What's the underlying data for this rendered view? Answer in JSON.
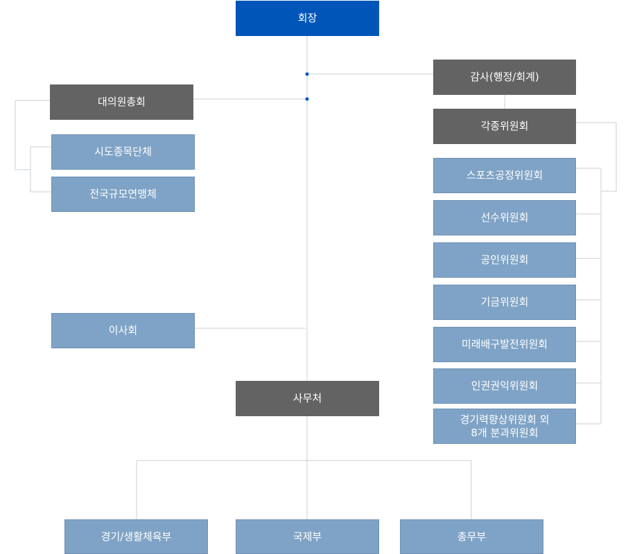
{
  "org": {
    "chairman": "회장",
    "auditor": "감사(행정/회계)",
    "general_assembly": "대의원총회",
    "assembly_members": [
      "시도종목단체",
      "전국규모연맹체"
    ],
    "board": "이사회",
    "committees_group": "각종위원회",
    "committees": [
      "스포츠공정위원회",
      "선수위원회",
      "공인위원회",
      "기금위원회",
      "미래배구발전위원회",
      "인권권익위원회",
      "경기력향상위원회 외\n8개 분과위원회"
    ],
    "secretariat": "사무처",
    "departments": [
      "경기/생활체육부",
      "국제부",
      "총무부"
    ]
  },
  "colors": {
    "top": "#0056b8",
    "dark": "#636363",
    "light": "#7fa3c6",
    "line": "#c8cfd6",
    "dot": "#0056b8"
  }
}
